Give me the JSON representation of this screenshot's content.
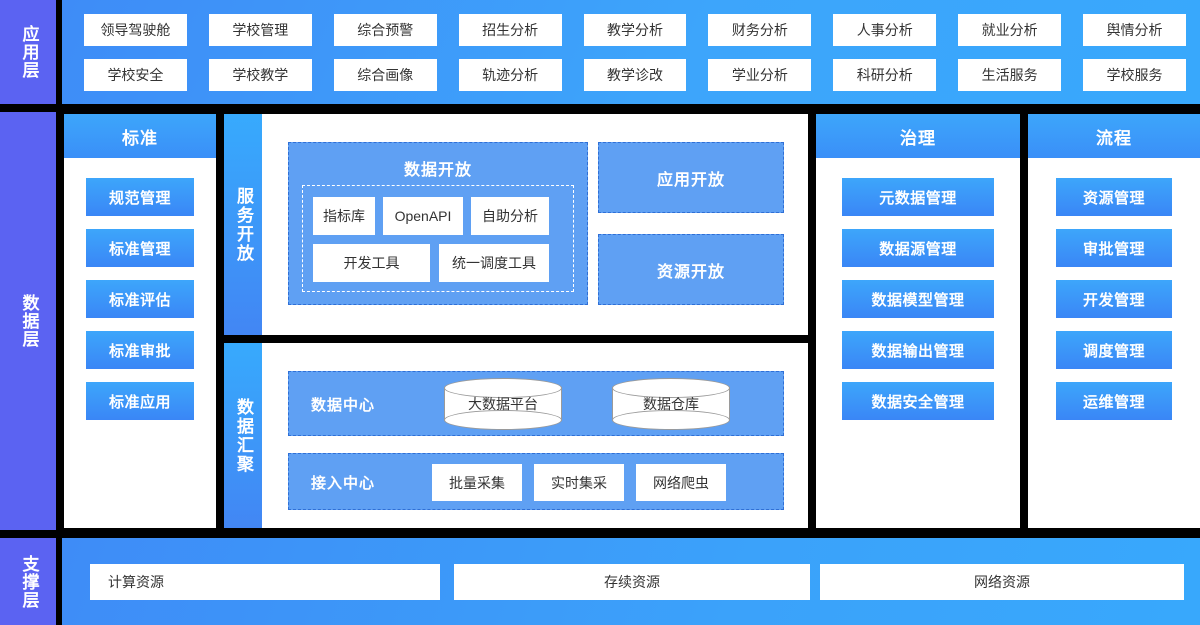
{
  "layers": {
    "application": {
      "label": "应用层"
    },
    "data": {
      "label": "数据层"
    },
    "support": {
      "label": "支撑层"
    }
  },
  "application_layer": {
    "row1": [
      "领导驾驶舱",
      "学校管理",
      "综合预警",
      "招生分析",
      "教学分析",
      "财务分析",
      "人事分析",
      "就业分析",
      "舆情分析"
    ],
    "row2": [
      "学校安全",
      "学校教学",
      "综合画像",
      "轨迹分析",
      "教学诊改",
      "学业分析",
      "科研分析",
      "生活服务",
      "学校服务"
    ]
  },
  "standard_column": {
    "title": "标准",
    "items": [
      "规范管理",
      "标准管理",
      "标准评估",
      "标准审批",
      "标准应用"
    ]
  },
  "service_open": {
    "tab_label": "服务开放",
    "data_open": {
      "title": "数据开放",
      "tools_row1": [
        "指标库",
        "OpenAPI",
        "自助分析"
      ],
      "tools_row2": [
        "开发工具",
        "统一调度工具"
      ]
    },
    "app_open": {
      "title": "应用开放"
    },
    "resource_open": {
      "title": "资源开放"
    }
  },
  "data_gather": {
    "tab_label": "数据汇聚",
    "data_center": {
      "label": "数据中心",
      "stores": [
        "大数据平台",
        "数据仓库"
      ]
    },
    "access_center": {
      "label": "接入中心",
      "methods": [
        "批量采集",
        "实时集采",
        "网络爬虫"
      ]
    }
  },
  "governance_column": {
    "title": "治理",
    "items": [
      "元数据管理",
      "数据源管理",
      "数据模型管理",
      "数据输出管理",
      "数据安全管理"
    ]
  },
  "process_column": {
    "title": "流程",
    "items": [
      "资源管理",
      "审批管理",
      "开发管理",
      "调度管理",
      "运维管理"
    ]
  },
  "support_layer": {
    "items": [
      "计算资源",
      "存续资源",
      "网络资源"
    ]
  },
  "colors": {
    "layer_label_bg": "#5B63F2",
    "app_layer_blue": "#3DA5FB",
    "panel_header_blue": "#3A8FF8",
    "item_blue": "#3A86F6",
    "dashed_panel_blue": "#5FA0F3",
    "background": "#000000",
    "chip_white": "#FFFFFF"
  }
}
